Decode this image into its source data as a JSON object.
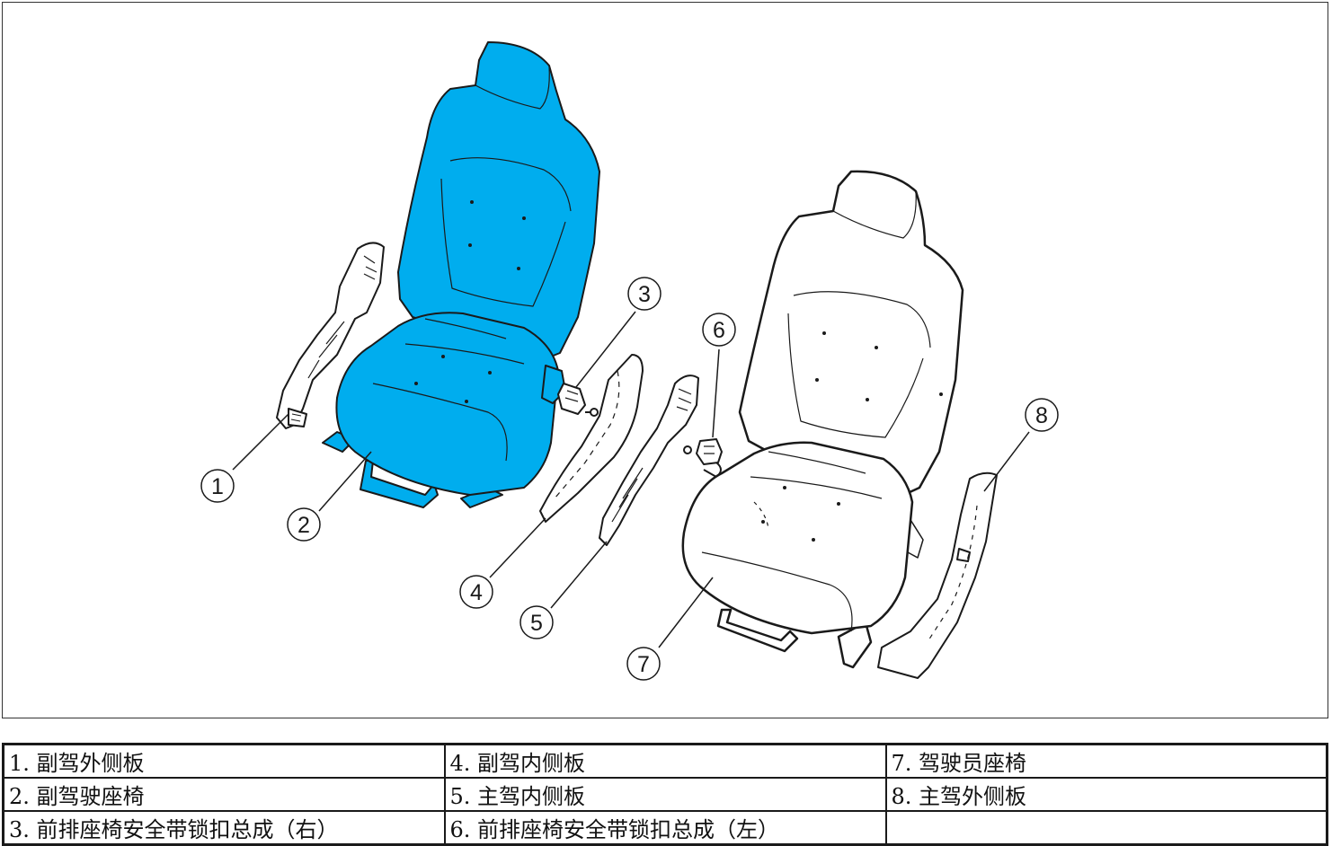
{
  "diagram": {
    "callouts": [
      "1",
      "2",
      "3",
      "4",
      "5",
      "6",
      "7",
      "8"
    ]
  },
  "legend": {
    "rows": [
      [
        "1. 副驾外侧板",
        "4. 副驾内侧板",
        "7. 驾驶员座椅"
      ],
      [
        "2. 副驾驶座椅",
        "5. 主驾内侧板",
        "8. 主驾外侧板"
      ],
      [
        "3. 前排座椅安全带锁扣总成（右）",
        "6. 前排座椅安全带锁扣总成（左）",
        ""
      ]
    ]
  },
  "colors": {
    "highlight_seat": "#00adee",
    "line": "#1a1a1a",
    "background": "#ffffff"
  }
}
